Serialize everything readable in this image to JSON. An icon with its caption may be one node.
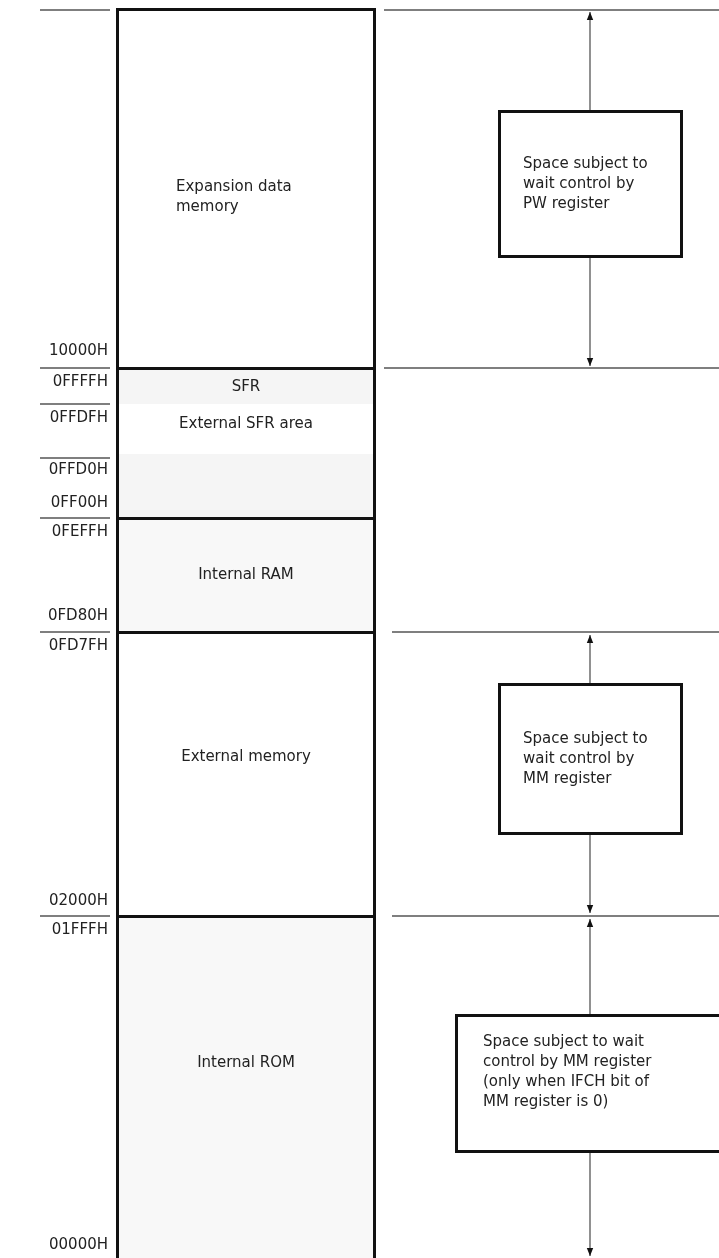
{
  "diagram": {
    "nodes": [
      {
        "text": [
          "Expansion data memory"
        ]
      },
      {
        "text": [
          "SFR"
        ]
      },
      {
        "text": [
          "External SFR area"
        ]
      },
      {
        "text": [],
        "shape": "bar"
      },
      {
        "text": [
          "Internal RAM"
        ]
      },
      {
        "text": [
          "External memory"
        ]
      },
      {
        "text": [
          "Internal ROM"
        ]
      },
      {
        "text": [
          "Space subject to wait control by PW register"
        ]
      },
      {
        "text": [
          "Space subject to wait control by MM register"
        ]
      },
      {
        "text": [
          "Space subject to wait control by MM register (only when IFCH bit of MM register is 0)"
        ]
      }
    ],
    "labels": [
      "10000H",
      "0FFFFH",
      "0FFDFH",
      "0FFD0H",
      "0FF00H",
      "0FEFFH",
      "0FD80H",
      "0FD7FH",
      "02000H",
      "01FFFH",
      "00000H"
    ]
  }
}
